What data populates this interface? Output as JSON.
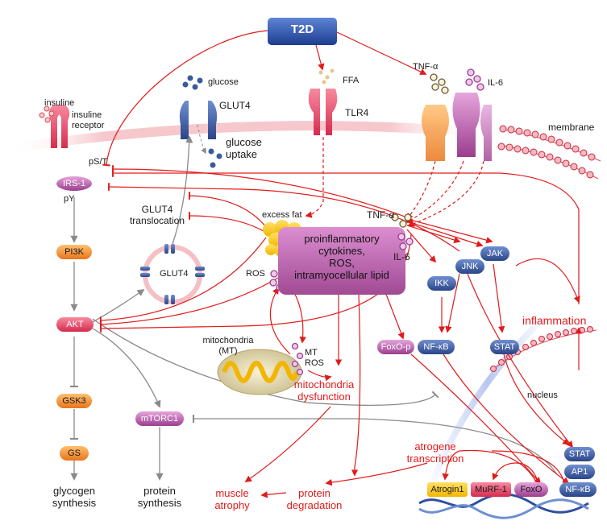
{
  "top": {
    "t2d": "T2D",
    "ffa": "FFA",
    "tnf_top": "TNF-α",
    "il6_top": "IL-6",
    "tlr4": "TLR4",
    "membrane": "membrane"
  },
  "left": {
    "insuline": "insuline",
    "insuline_receptor": "insuline\nreceptor",
    "irs1": "IRS-1",
    "pst": "pS/T",
    "py": "pY",
    "glucose": "glucose",
    "glut4_top": "GLUT4",
    "glucose_uptake": "glucose\nuptake",
    "glut4_translocation": "GLUT4\ntranslocation",
    "glut4_vesicle": "GLUT4",
    "pi3k": "PI3K",
    "akt": "AKT",
    "gsk3": "GSK3",
    "gs": "GS",
    "glycogen": "glycogen\nsynthesis",
    "mtorc1": "mTORC1",
    "protein_synthesis": "protein\nsynthesis"
  },
  "center": {
    "excess_fat": "excess fat",
    "box": "proinflammatory\ncytokines,\nROS,\nintramyocellular lipid",
    "tnf_mid": "TNF-α",
    "il6_mid": "IL-6",
    "ros": "ROS",
    "mito": "mitochondria\n(MT)",
    "mt_ros": "MT\nROS",
    "mito_dys": "mitochondria\ndysfunction",
    "muscle_atrophy": "muscle\natrophy",
    "protein_degradation": "protein\ndegradation",
    "atrogene": "atrogene\ntranscription"
  },
  "right": {
    "ikk": "IKK",
    "jnk": "JNK",
    "jak": "JAK",
    "foxop": "FoxO-p",
    "nfkb": "NF-κB",
    "stat": "STAT",
    "inflammation": "inflammation",
    "nucleus": "nucleus",
    "stat2": "STAT",
    "ap1": "AP1",
    "nfkb2": "NF-κB",
    "atrogin1": "Atrogin1",
    "murf1": "MuRF-1",
    "foxo": "FoxO"
  },
  "colors": {
    "red": "#e21a1a",
    "arrow_gray": "#8a8a8a",
    "blue_node": "#3a5a9c",
    "orange_node": "#f08c28",
    "pink_node": "#e8506a",
    "box": "#b04c9c"
  }
}
